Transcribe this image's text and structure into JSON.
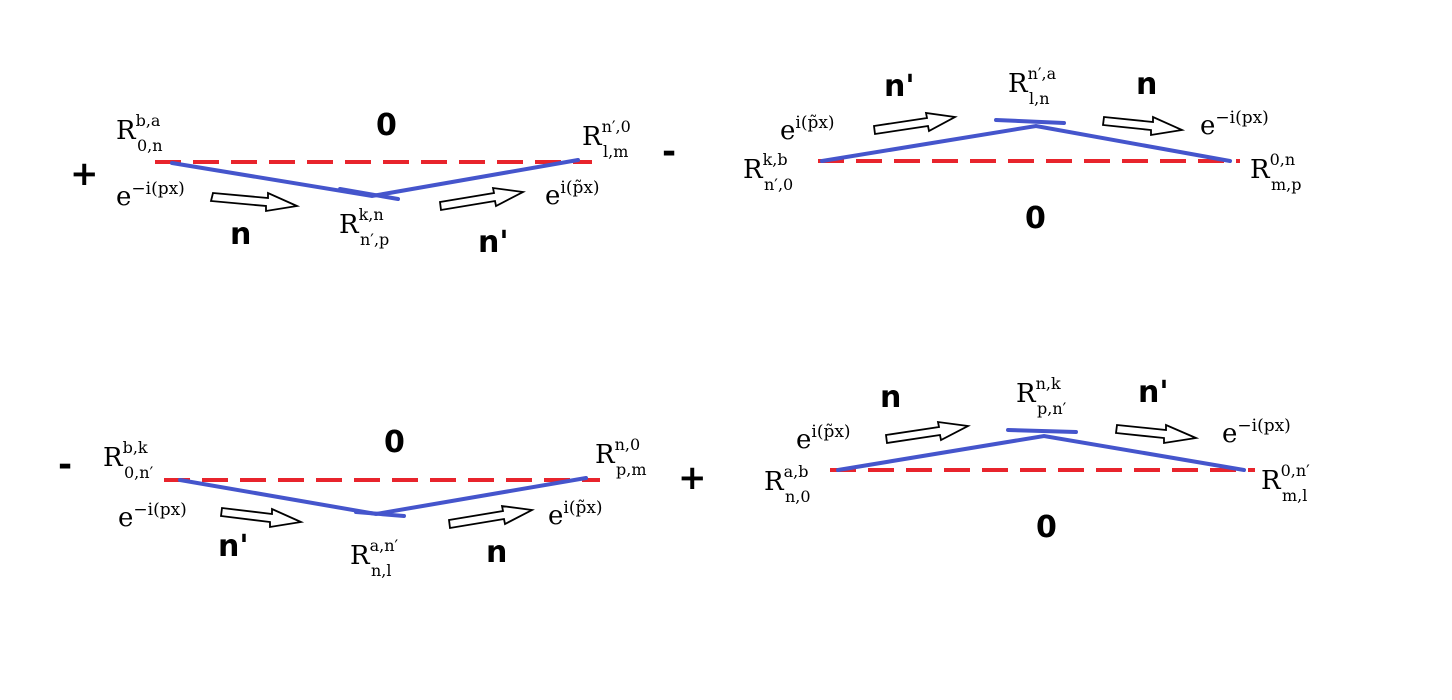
{
  "colors": {
    "dashed_line": "#e8242c",
    "solid_line": "#4555cc",
    "arrow_outline": "#000000"
  },
  "diagrams": [
    {
      "sign": "+",
      "mid_label": "0",
      "left_R": {
        "base": "R",
        "sup": "b,a",
        "sub": "0,n"
      },
      "right_R": {
        "base": "R",
        "sup": "n′,0",
        "sub": "l,m"
      },
      "vertex_R": {
        "base": "R",
        "sup": "k,n",
        "sub": "n′,p"
      },
      "left_exp": {
        "base": "e",
        "sup": "−i(px)"
      },
      "right_exp": {
        "base": "e",
        "sup": "i(p̃x)"
      },
      "left_arrow_label": "n",
      "right_arrow_label": "n'"
    },
    {
      "sign": "-",
      "mid_label": "0",
      "left_R": {
        "base": "R",
        "sup": "k,b",
        "sub": "n′,0"
      },
      "right_R": {
        "base": "R",
        "sup": "0,n",
        "sub": "m,p"
      },
      "vertex_R": {
        "base": "R",
        "sup": "n′,a",
        "sub": "l,n"
      },
      "left_exp": {
        "base": "e",
        "sup": "i(p̃x)"
      },
      "right_exp": {
        "base": "e",
        "sup": "−i(px)"
      },
      "left_arrow_label": "n'",
      "right_arrow_label": "n"
    },
    {
      "sign": "-",
      "mid_label": "0",
      "left_R": {
        "base": "R",
        "sup": "b,k",
        "sub": "0,n′"
      },
      "right_R": {
        "base": "R",
        "sup": "n,0",
        "sub": "p,m"
      },
      "vertex_R": {
        "base": "R",
        "sup": "a,n′",
        "sub": "n,l"
      },
      "left_exp": {
        "base": "e",
        "sup": "−i(px)"
      },
      "right_exp": {
        "base": "e",
        "sup": "i(p̃x)"
      },
      "left_arrow_label": "n'",
      "right_arrow_label": "n"
    },
    {
      "sign": "+",
      "mid_label": "0",
      "left_R": {
        "base": "R",
        "sup": "a,b",
        "sub": "n,0"
      },
      "right_R": {
        "base": "R",
        "sup": "0,n′",
        "sub": "m,l"
      },
      "vertex_R": {
        "base": "R",
        "sup": "n,k",
        "sub": "p,n′"
      },
      "left_exp": {
        "base": "e",
        "sup": "i(p̃x)"
      },
      "right_exp": {
        "base": "e",
        "sup": "−i(px)"
      },
      "left_arrow_label": "n",
      "right_arrow_label": "n'"
    }
  ]
}
